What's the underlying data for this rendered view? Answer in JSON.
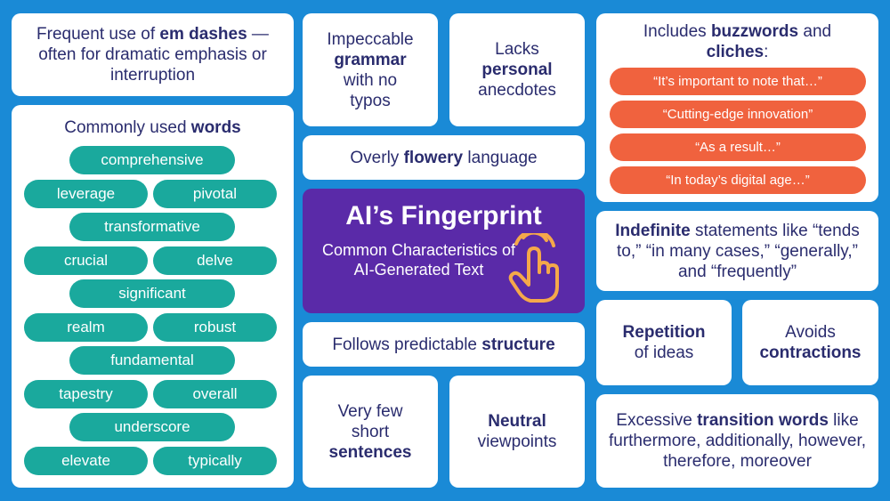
{
  "cards": {
    "em_dashes": {
      "pre": "Frequent use of ",
      "bold": "em dashes",
      "post": " — often for dramatic emphasis or interruption"
    },
    "grammar": {
      "pre": "Impeccable",
      "bold": "grammar",
      "post": "with no typos"
    },
    "anecdotes": {
      "pre": "Lacks",
      "bold": "personal",
      "post": "anecdotes"
    },
    "flowery": {
      "pre": "Overly ",
      "bold": "flowery",
      "post": " language"
    },
    "structure": {
      "pre": "Follows predictable ",
      "bold": "structure"
    },
    "short_sentences": {
      "pre": "Very few short",
      "bold": "sentences"
    },
    "neutral": {
      "bold": "Neutral",
      "post": "viewpoints"
    },
    "indefinite": {
      "bold": "Indefinite",
      "post": " statements like “tends to,” “in many cases,” “generally,” and “frequently”"
    },
    "repetition": {
      "bold": "Repetition",
      "post": "of ideas"
    },
    "contractions": {
      "pre": "Avoids",
      "bold": "contractions"
    },
    "transitions": {
      "pre": "Excessive ",
      "bold": "transition words",
      "post": " like furthermore, additionally, however, therefore, moreover"
    }
  },
  "common_words": {
    "pre": "Commonly used ",
    "bold": "words",
    "items": [
      "comprehensive",
      "leverage",
      "pivotal",
      "transformative",
      "crucial",
      "delve",
      "significant",
      "realm",
      "robust",
      "fundamental",
      "tapestry",
      "overall",
      "underscore",
      "elevate",
      "typically"
    ]
  },
  "buzzwords": {
    "pre": "Includes ",
    "bold1": "buzzwords",
    "mid": " and ",
    "bold2": "cliches",
    "post": ":",
    "items": [
      "“It’s important to note that…”",
      "“Cutting-edge innovation”",
      "“As a result…”",
      "“In today’s digital age…”"
    ]
  },
  "center": {
    "title": "AI’s Fingerprint",
    "subtitle": "Common Characteristics of AI-Generated Text",
    "icon": "pointing-hand-icon"
  },
  "colors": {
    "background": "#1a8ad6",
    "card": "#ffffff",
    "text": "#2a2c6e",
    "teal_pill": "#1aa99d",
    "orange_pill": "#f0623e",
    "center_card": "#5a2aa8",
    "hand_icon": "#f5a84a"
  }
}
